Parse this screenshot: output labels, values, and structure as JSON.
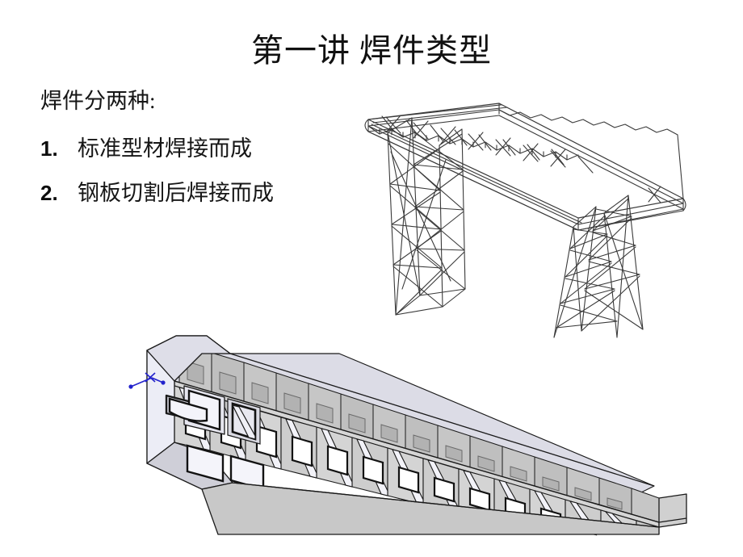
{
  "slide": {
    "title": "第一讲 焊件类型",
    "background_color": "#ffffff",
    "text_color": "#161616"
  },
  "body": {
    "intro": "焊件分两种:",
    "items": [
      {
        "number": "1.",
        "text": "标准型材焊接而成"
      },
      {
        "number": "2.",
        "text": "钢板切割后焊接而成"
      }
    ]
  },
  "figures": [
    {
      "name": "gantry-truss-wireframe",
      "caption": "",
      "description": "标准型材焊接而成的龙门架桁架线框图",
      "style": "wireframe",
      "line_color": "#3a3a3a"
    },
    {
      "name": "welded-box-girder",
      "caption": "",
      "description": "钢板切割后焊接而成的变截面箱形主梁三维图",
      "style": "shaded-solid",
      "face_light": "#e9e9f2",
      "face_mid": "#c9c9c9",
      "face_dark": "#b0b0b0",
      "edge_color": "#1a1a1a",
      "axis_marker_color": "#2222cc"
    }
  ]
}
